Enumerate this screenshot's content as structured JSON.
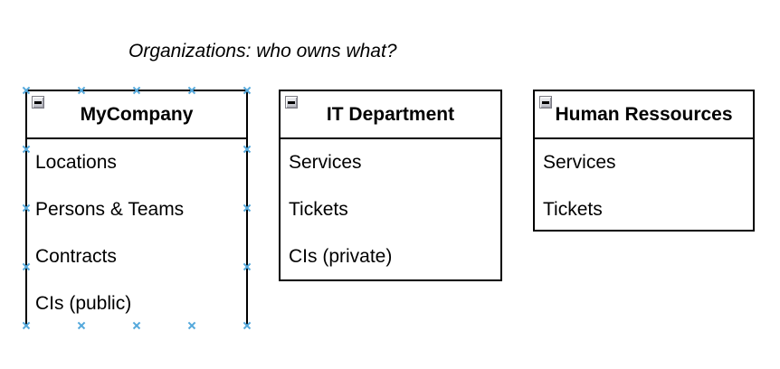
{
  "title": "Organizations: who owns what?",
  "boxes": [
    {
      "title": "MyCompany",
      "collapse_icon": "minus",
      "selected": true,
      "items": [
        "Locations",
        "Persons & Teams",
        "Contracts",
        "CIs (public)"
      ]
    },
    {
      "title": "IT Department",
      "collapse_icon": "minus",
      "selected": false,
      "items": [
        "Services",
        "Tickets",
        "CIs (private)"
      ]
    },
    {
      "title": "Human Ressources",
      "collapse_icon": "minus",
      "selected": false,
      "items": [
        "Services",
        "Tickets"
      ]
    }
  ],
  "colors": {
    "background": "#FFFFFF",
    "box_border": "#000000",
    "text": "#000000",
    "selection_handle": "#55A9DC"
  }
}
